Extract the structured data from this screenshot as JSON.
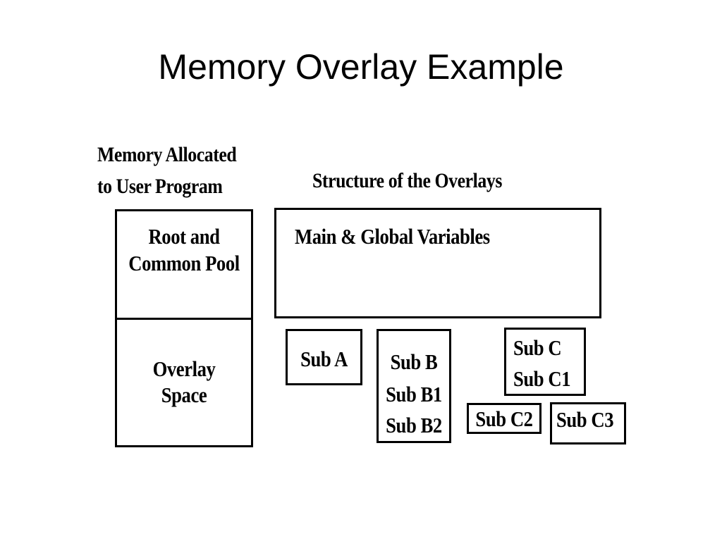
{
  "title": "Memory Overlay Example",
  "memory_heading": [
    "Memory Allocated",
    "to User Program"
  ],
  "structure_heading": "Structure of the Overlays",
  "memory_blocks": {
    "root": [
      "Root and",
      "Common Pool"
    ],
    "overlay": [
      "Overlay",
      "Space"
    ]
  },
  "overlays": {
    "main": "Main  & Global Variables",
    "sub_a": "Sub A",
    "sub_b": [
      "Sub B",
      "Sub B1",
      "Sub B2"
    ],
    "sub_c": [
      "Sub C",
      "Sub C1"
    ],
    "sub_c2": "Sub C2",
    "sub_c3": "Sub C3"
  }
}
